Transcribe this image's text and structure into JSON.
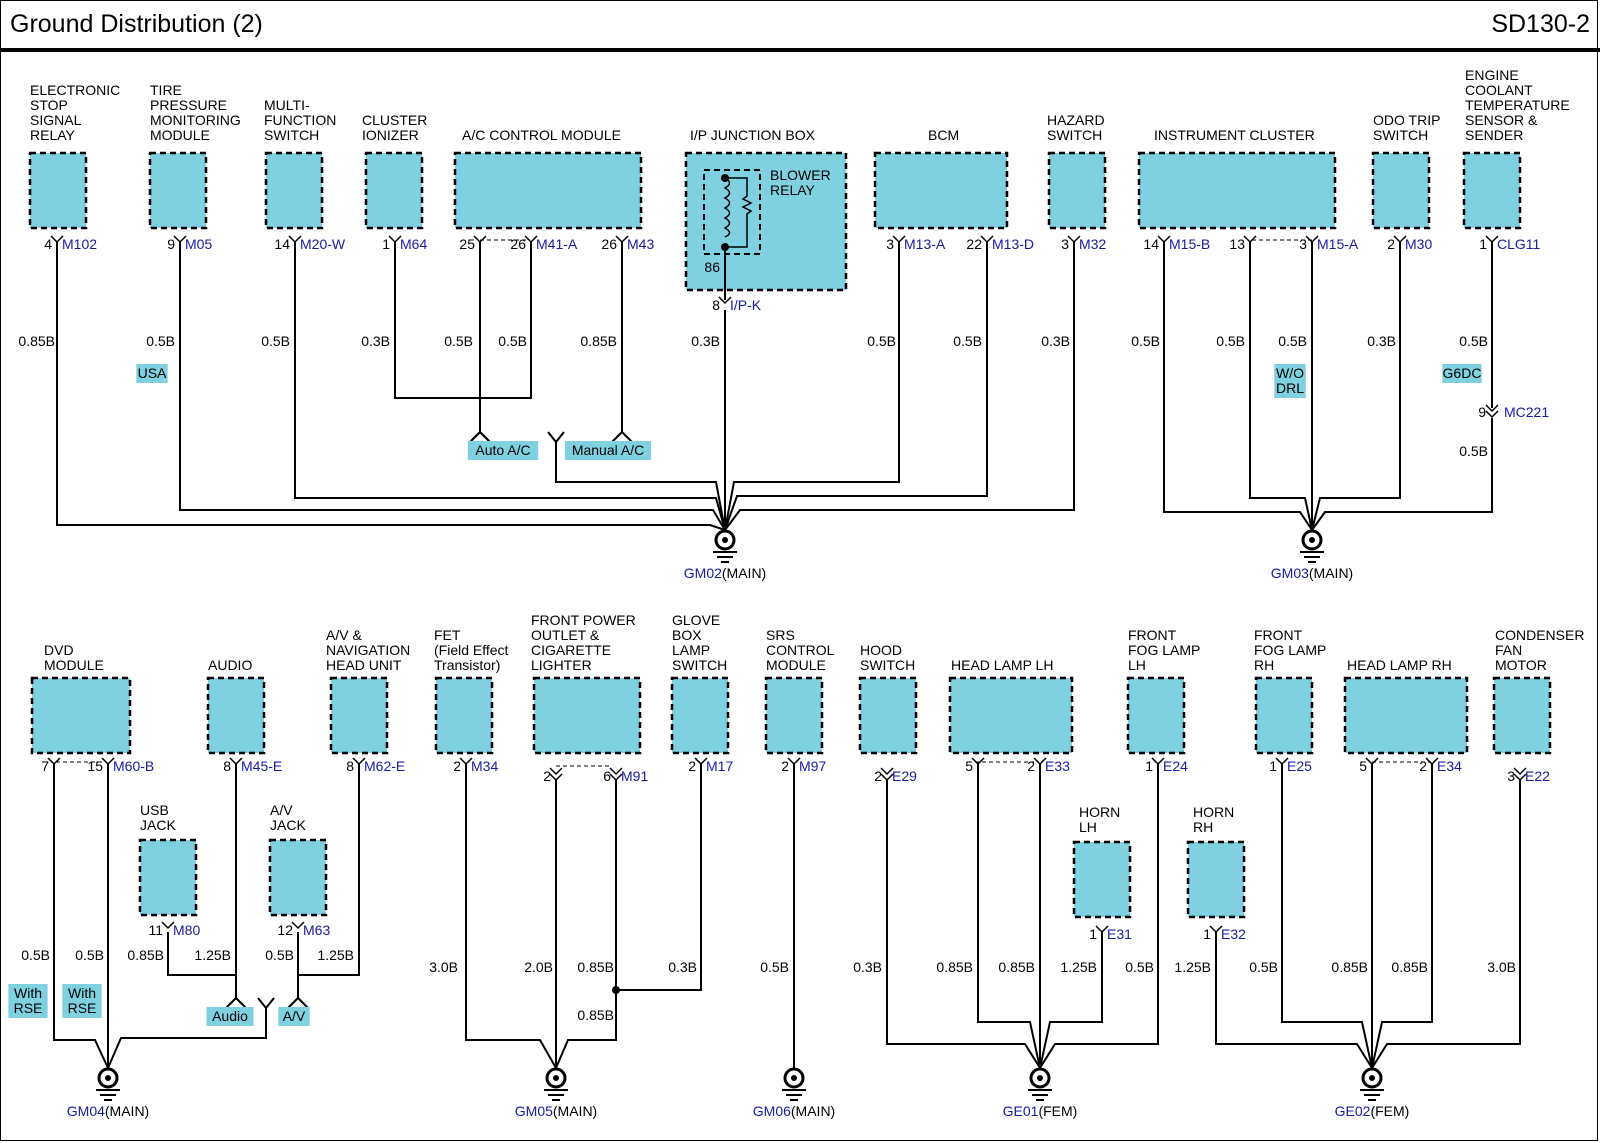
{
  "header": {
    "title": "Ground Distribution (2)",
    "code": "SD130-2"
  },
  "colors": {
    "component_fill": "#7fd0e0",
    "connector_text": "#1a1aa0",
    "wire": "#000000"
  },
  "components": [
    {
      "id": "c_esr",
      "name": "ELECTRONIC STOP SIGNAL RELAY",
      "label_lines": [
        "ELECTRONIC",
        "STOP",
        "SIGNAL",
        "RELAY"
      ]
    },
    {
      "id": "c_tpms",
      "name": "TIRE PRESSURE MONITORING MODULE",
      "label_lines": [
        "TIRE",
        "PRESSURE",
        "MONITORING",
        "MODULE"
      ]
    },
    {
      "id": "c_mfs",
      "name": "MULTI-FUNCTION SWITCH",
      "label_lines": [
        "MULTI-",
        "FUNCTION",
        "SWITCH"
      ]
    },
    {
      "id": "c_ci",
      "name": "CLUSTER IONIZER",
      "label_lines": [
        "CLUSTER",
        "IONIZER"
      ]
    },
    {
      "id": "c_acc",
      "name": "A/C CONTROL MODULE",
      "label_lines": [
        "A/C CONTROL MODULE"
      ]
    },
    {
      "id": "c_ipj",
      "name": "I/P JUNCTION BOX",
      "label_lines": [
        "I/P JUNCTION BOX"
      ]
    },
    {
      "id": "c_bcm",
      "name": "BCM",
      "label_lines": [
        "BCM"
      ]
    },
    {
      "id": "c_haz",
      "name": "HAZARD SWITCH",
      "label_lines": [
        "HAZARD",
        "SWITCH"
      ]
    },
    {
      "id": "c_ic",
      "name": "INSTRUMENT CLUSTER",
      "label_lines": [
        "INSTRUMENT CLUSTER"
      ]
    },
    {
      "id": "c_odo",
      "name": "ODO TRIP SWITCH",
      "label_lines": [
        "ODO TRIP",
        "SWITCH"
      ]
    },
    {
      "id": "c_ect",
      "name": "ENGINE COOLANT TEMPERATURE SENSOR & SENDER",
      "label_lines": [
        "ENGINE",
        "COOLANT",
        "TEMPERATURE",
        "SENSOR &",
        "SENDER"
      ]
    },
    {
      "id": "c_dvd",
      "name": "DVD MODULE",
      "label_lines": [
        "DVD",
        "MODULE"
      ]
    },
    {
      "id": "c_usb",
      "name": "USB JACK",
      "label_lines": [
        "USB",
        "JACK"
      ]
    },
    {
      "id": "c_audio",
      "name": "AUDIO",
      "label_lines": [
        "AUDIO"
      ]
    },
    {
      "id": "c_avj",
      "name": "A/V JACK",
      "label_lines": [
        "A/V",
        "JACK"
      ]
    },
    {
      "id": "c_avn",
      "name": "A/V & NAVIGATION HEAD UNIT",
      "label_lines": [
        "A/V &",
        "NAVIGATION",
        "HEAD UNIT"
      ]
    },
    {
      "id": "c_fet",
      "name": "FET (Field Effect Transistor)",
      "label_lines": [
        "FET",
        "(Field Effect",
        "Transistor)"
      ]
    },
    {
      "id": "c_fpo",
      "name": "FRONT POWER OUTLET & CIGARETTE LIGHTER",
      "label_lines": [
        "FRONT POWER",
        "OUTLET &",
        "CIGARETTE",
        "LIGHTER"
      ]
    },
    {
      "id": "c_glove",
      "name": "GLOVE BOX LAMP SWITCH",
      "label_lines": [
        "GLOVE",
        "BOX",
        "LAMP",
        "SWITCH"
      ]
    },
    {
      "id": "c_srs",
      "name": "SRS CONTROL MODULE",
      "label_lines": [
        "SRS",
        "CONTROL",
        "MODULE"
      ]
    },
    {
      "id": "c_hood",
      "name": "HOOD SWITCH",
      "label_lines": [
        "HOOD",
        "SWITCH"
      ]
    },
    {
      "id": "c_hllh",
      "name": "HEAD LAMP LH",
      "label_lines": [
        "HEAD LAMP LH"
      ]
    },
    {
      "id": "c_hornlh",
      "name": "HORN LH",
      "label_lines": [
        "HORN",
        "LH"
      ]
    },
    {
      "id": "c_ffllh",
      "name": "FRONT FOG LAMP LH",
      "label_lines": [
        "FRONT",
        "FOG LAMP",
        "LH"
      ]
    },
    {
      "id": "c_hornrh",
      "name": "HORN RH",
      "label_lines": [
        "HORN",
        "RH"
      ]
    },
    {
      "id": "c_fflrh",
      "name": "FRONT FOG LAMP RH",
      "label_lines": [
        "FRONT",
        "FOG LAMP",
        "RH"
      ]
    },
    {
      "id": "c_hlrh",
      "name": "HEAD LAMP RH",
      "label_lines": [
        "HEAD LAMP RH"
      ]
    },
    {
      "id": "c_cfm",
      "name": "CONDENSER FAN MOTOR",
      "label_lines": [
        "CONDENSER",
        "FAN",
        "MOTOR"
      ]
    }
  ],
  "blower_relay": {
    "label_lines": [
      "BLOWER",
      "RELAY"
    ],
    "pin": "86"
  },
  "pins": [
    {
      "id": "p1",
      "pin": "4",
      "connector": "M102"
    },
    {
      "id": "p2",
      "pin": "9",
      "connector": "M05"
    },
    {
      "id": "p3",
      "pin": "14",
      "connector": "M20-W"
    },
    {
      "id": "p4",
      "pin": "1",
      "connector": "M64"
    },
    {
      "id": "p5",
      "pin": "25",
      "connector": ""
    },
    {
      "id": "p6",
      "pin": "26",
      "connector": "M41-A"
    },
    {
      "id": "p7",
      "pin": "26",
      "connector": "M43"
    },
    {
      "id": "p8",
      "pin": "8",
      "connector": "I/P-K"
    },
    {
      "id": "p9",
      "pin": "3",
      "connector": "M13-A"
    },
    {
      "id": "p10",
      "pin": "22",
      "connector": "M13-D"
    },
    {
      "id": "p11",
      "pin": "3",
      "connector": "M32"
    },
    {
      "id": "p12",
      "pin": "14",
      "connector": "M15-B"
    },
    {
      "id": "p13",
      "pin": "13",
      "connector": ""
    },
    {
      "id": "p14",
      "pin": "3",
      "connector": "M15-A"
    },
    {
      "id": "p15",
      "pin": "2",
      "connector": "M30"
    },
    {
      "id": "p16",
      "pin": "1",
      "connector": "CLG11"
    },
    {
      "id": "p17",
      "pin": "9",
      "connector": "MC221"
    },
    {
      "id": "p18",
      "pin": "7",
      "connector": ""
    },
    {
      "id": "p19",
      "pin": "15",
      "connector": "M60-B"
    },
    {
      "id": "p20",
      "pin": "11",
      "connector": "M80"
    },
    {
      "id": "p21",
      "pin": "8",
      "connector": "M45-E"
    },
    {
      "id": "p22",
      "pin": "12",
      "connector": "M63"
    },
    {
      "id": "p23",
      "pin": "8",
      "connector": "M62-E"
    },
    {
      "id": "p24",
      "pin": "2",
      "connector": "M34"
    },
    {
      "id": "p25",
      "pin": "2",
      "connector": ""
    },
    {
      "id": "p26",
      "pin": "6",
      "connector": "M91"
    },
    {
      "id": "p27",
      "pin": "2",
      "connector": "M17"
    },
    {
      "id": "p28",
      "pin": "2",
      "connector": "M97"
    },
    {
      "id": "p29",
      "pin": "2",
      "connector": "E29"
    },
    {
      "id": "p30",
      "pin": "5",
      "connector": ""
    },
    {
      "id": "p31",
      "pin": "2",
      "connector": "E33"
    },
    {
      "id": "p32",
      "pin": "1",
      "connector": "E31"
    },
    {
      "id": "p33",
      "pin": "1",
      "connector": "E24"
    },
    {
      "id": "p34",
      "pin": "1",
      "connector": "E32"
    },
    {
      "id": "p35",
      "pin": "1",
      "connector": "E25"
    },
    {
      "id": "p36",
      "pin": "5",
      "connector": ""
    },
    {
      "id": "p37",
      "pin": "2",
      "connector": "E34"
    },
    {
      "id": "p38",
      "pin": "3",
      "connector": "E22"
    }
  ],
  "wire_labels": [
    {
      "id": "w1",
      "text": "0.85B"
    },
    {
      "id": "w2",
      "text": "0.5B"
    },
    {
      "id": "w3",
      "text": "0.5B"
    },
    {
      "id": "w4",
      "text": "0.3B"
    },
    {
      "id": "w5",
      "text": "0.5B"
    },
    {
      "id": "w6",
      "text": "0.5B"
    },
    {
      "id": "w7",
      "text": "0.85B"
    },
    {
      "id": "w8",
      "text": "0.3B"
    },
    {
      "id": "w9",
      "text": "0.5B"
    },
    {
      "id": "w10",
      "text": "0.5B"
    },
    {
      "id": "w11",
      "text": "0.3B"
    },
    {
      "id": "w12",
      "text": "0.5B"
    },
    {
      "id": "w13",
      "text": "0.5B"
    },
    {
      "id": "w14",
      "text": "0.5B"
    },
    {
      "id": "w15",
      "text": "0.3B"
    },
    {
      "id": "w16",
      "text": "0.5B"
    },
    {
      "id": "w17",
      "text": "0.5B"
    },
    {
      "id": "w18",
      "text": "0.5B"
    },
    {
      "id": "w19",
      "text": "0.5B"
    },
    {
      "id": "w20",
      "text": "0.85B"
    },
    {
      "id": "w21",
      "text": "1.25B"
    },
    {
      "id": "w22",
      "text": "0.5B"
    },
    {
      "id": "w23",
      "text": "1.25B"
    },
    {
      "id": "w24",
      "text": "3.0B"
    },
    {
      "id": "w25",
      "text": "2.0B"
    },
    {
      "id": "w26",
      "text": "0.85B"
    },
    {
      "id": "w27",
      "text": "0.3B"
    },
    {
      "id": "w28",
      "text": "0.85B"
    },
    {
      "id": "w29",
      "text": "0.5B"
    },
    {
      "id": "w30",
      "text": "0.3B"
    },
    {
      "id": "w31",
      "text": "0.85B"
    },
    {
      "id": "w32",
      "text": "0.85B"
    },
    {
      "id": "w33",
      "text": "1.25B"
    },
    {
      "id": "w34",
      "text": "0.5B"
    },
    {
      "id": "w35",
      "text": "1.25B"
    },
    {
      "id": "w36",
      "text": "0.5B"
    },
    {
      "id": "w37",
      "text": "0.85B"
    },
    {
      "id": "w38",
      "text": "0.85B"
    },
    {
      "id": "w39",
      "text": "3.0B"
    }
  ],
  "options": [
    {
      "id": "o1",
      "lines": [
        "USA"
      ]
    },
    {
      "id": "o2",
      "lines": [
        "Auto A/C"
      ]
    },
    {
      "id": "o3",
      "lines": [
        "Manual A/C"
      ]
    },
    {
      "id": "o4",
      "lines": [
        "W/O",
        "DRL"
      ]
    },
    {
      "id": "o5",
      "lines": [
        "G6DC"
      ]
    },
    {
      "id": "o6",
      "lines": [
        "With",
        "RSE"
      ]
    },
    {
      "id": "o7",
      "lines": [
        "With",
        "RSE"
      ]
    },
    {
      "id": "o8",
      "lines": [
        "Audio"
      ]
    },
    {
      "id": "o9",
      "lines": [
        "A/V"
      ]
    }
  ],
  "grounds": [
    {
      "id": "g1",
      "code": "GM02",
      "location": "(MAIN)"
    },
    {
      "id": "g2",
      "code": "GM03",
      "location": "(MAIN)"
    },
    {
      "id": "g3",
      "code": "GM04",
      "location": "(MAIN)"
    },
    {
      "id": "g4",
      "code": "GM05",
      "location": "(MAIN)"
    },
    {
      "id": "g5",
      "code": "GM06",
      "location": "(MAIN)"
    },
    {
      "id": "g6",
      "code": "GE01",
      "location": "(FEM)"
    },
    {
      "id": "g7",
      "code": "GE02",
      "location": "(FEM)"
    }
  ]
}
